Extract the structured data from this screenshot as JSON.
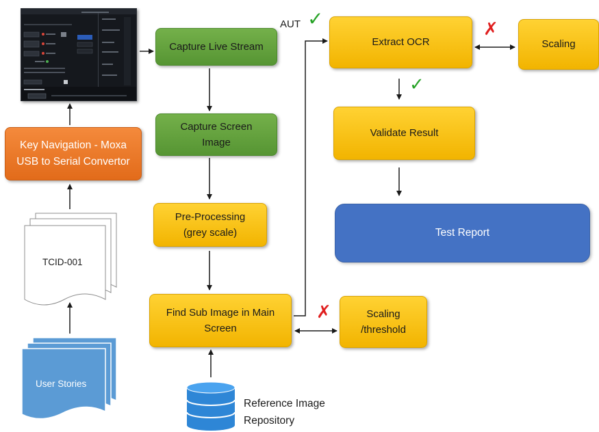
{
  "nodes": {
    "key_navigation": "Key Navigation -  Moxa\nUSB to Serial Convertor",
    "capture_live_stream": "Capture Live Stream",
    "capture_screen_image": "Capture Screen\nImage",
    "pre_processing": "Pre-Processing\n(grey scale)",
    "find_sub_image": "Find Sub Image  in Main\nScreen",
    "extract_ocr": "Extract OCR",
    "scaling": "Scaling",
    "validate_result": "Validate Result",
    "test_report": "Test Report",
    "scaling_threshold": "Scaling\n/threshold",
    "tcid": "TCID-001",
    "user_stories": "User Stories",
    "reference_repo": "Reference Image\nRepository",
    "aut_label": "AUT"
  },
  "marks": {
    "check": "✓",
    "cross": "✗"
  },
  "colors": {
    "green": "#5e9c3a",
    "yellow": "#f7c21a",
    "orange": "#ea7a2a",
    "blue": "#4472c4",
    "document_blue": "#5b9bd5",
    "check_green": "#27a327",
    "cross_red": "#e02020"
  },
  "icons": {
    "device_screen": "device-screenshot",
    "database": "database-icon"
  }
}
